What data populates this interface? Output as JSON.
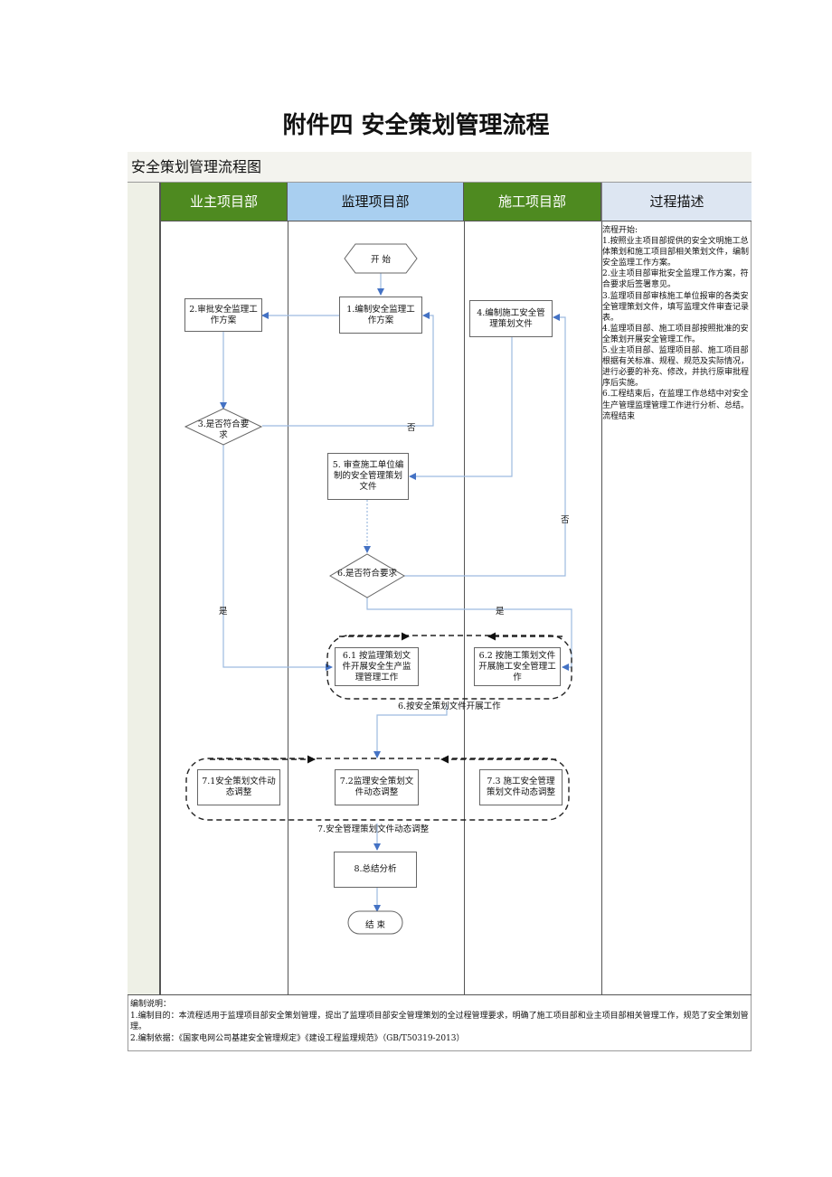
{
  "page_title": "附件四  安全策划管理流程",
  "diagram_title": "安全策划管理流程图",
  "lanes": {
    "owner": "业主项目部",
    "supervision": "监理项目部",
    "construction": "施工项目部",
    "description": "过程描述"
  },
  "colors": {
    "lane_green": "#4e8a20",
    "lane_blue": "#a9cff0",
    "lane_desc": "#dde6f2",
    "arrow_blue": "#4472c4",
    "line_blue": "#9dbbe0"
  },
  "nodes": {
    "start": "开  始",
    "step1": "1.编制安全监理工作方案",
    "step2": "2.审批安全监理工作方案",
    "step3": "3.是否符合要求",
    "step4": "4.编制施工安全管理策划文件",
    "step5": "5. 审查施工单位编制的安全管理策划文件",
    "step6": "6.是否符合要求",
    "step61": "6.1 按监理策划文件开展安全生产监理管理工作",
    "step62": "6.2 按施工策划文件开展施工安全管理工作",
    "group6": "6.按安全策划文件开展工作",
    "step71": "7.1安全策划文件动态调整",
    "step72": "7.2监理安全策划文件动态调整",
    "step73": "7.3 施工安全管理策划文件动态调整",
    "group7": "7.安全管理策划文件动态调整",
    "step8": "8.总结分析",
    "end": "结  束"
  },
  "edge_labels": {
    "no1": "否",
    "no2": "否",
    "yes1": "是",
    "yes2": "是"
  },
  "process_description": [
    "流程开始:",
    "1.按照业主项目部提供的安全文明施工总体策划和施工项目部相关策划文件，编制安全监理工作方案。",
    "2.业主项目部审批安全监理工作方案，符合要求后签署意见。",
    "3.监理项目部审核施工单位报审的各类安全管理策划文件，填写监理文件审查记录表。",
    "4.监理项目部、施工项目部按照批准的安全策划开展安全管理工作。",
    "5.业主项目部、监理项目部、施工项目部根据有关标准、规程、规范及实际情况，进行必要的补充、修改，并执行原审批程序后实施。",
    "6.工程结束后，在监理工作总结中对安全生产管理监理管理工作进行分析、总结。",
    "流程结束"
  ],
  "notes": [
    "编制说明：",
    "1.编制目的：本流程适用于监理项目部安全策划管理，提出了监理项目部安全管理策划的全过程管理要求，明确了施工项目部和业主项目部相关管理工作，规范了安全策划管理。",
    "2.编制依据：《国家电网公司基建安全管理规定》《建设工程监理规范》（GB/T50319-2013）"
  ]
}
